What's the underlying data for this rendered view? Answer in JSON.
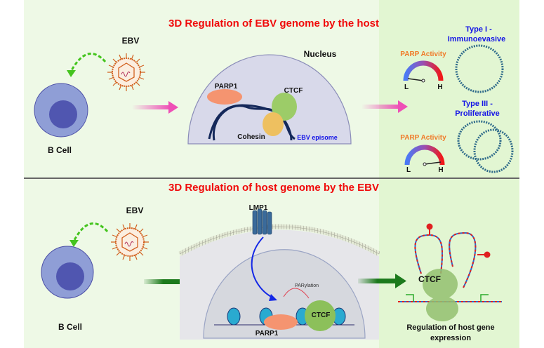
{
  "top_panel": {
    "title": "3D Regulation of EBV genome by the host",
    "ebv_label": "EBV",
    "bcell_label": "B Cell",
    "nucleus_label": "Nucleus",
    "parp1_label": "PARP1",
    "ctcf_label": "CTCF",
    "cohesin_label": "Cohesin",
    "episome_label": "EBV episome",
    "type1": {
      "line1": "Type I -",
      "line2": "Immunoevasive",
      "gauge_title": "PARP Activity",
      "gauge_low": "L",
      "gauge_high": "H",
      "gauge_level": "low"
    },
    "type3": {
      "line1": "Type III -",
      "line2": "Proliferative",
      "gauge_title": "PARP Activity",
      "gauge_low": "L",
      "gauge_high": "H",
      "gauge_level": "high"
    }
  },
  "bottom_panel": {
    "title": "3D Regulation of host genome by the EBV",
    "ebv_label": "EBV",
    "bcell_label": "B Cell",
    "lmp1_label": "LMP1",
    "parylation_label": "PARylation",
    "parp1_label": "PARP1",
    "ctcf_label": "CTCF",
    "ctcf_loop_label": "CTCF",
    "result_line1": "Regulation of host gene",
    "result_line2": "expression"
  },
  "colors": {
    "title": "#f00a0a",
    "episome": "#1414e6",
    "parp_activity": "#f07a28",
    "panel_bg": "#eef9e6",
    "result_bg": "#e2f6d2"
  }
}
